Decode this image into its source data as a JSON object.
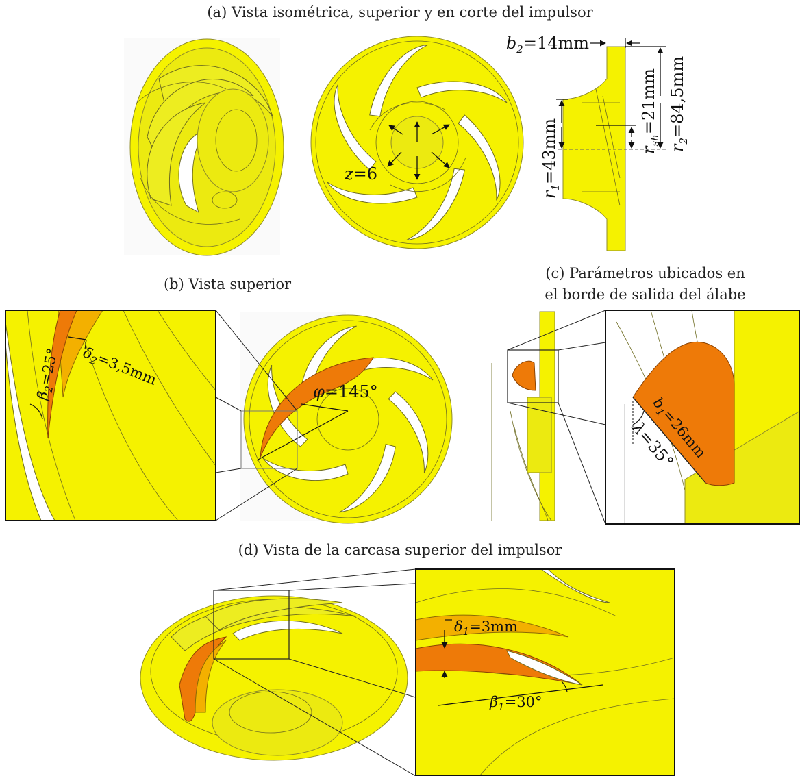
{
  "captions": {
    "a": "(a) Vista isométrica, superior y en corte del impulsor",
    "b": "(b) Vista superior",
    "c_line1": "(c) Parámetros ubicados en",
    "c_line2": "el borde de salida del álabe",
    "d": "(d) Vista de la carcasa superior del impulsor"
  },
  "labels": {
    "b2": {
      "sym": "b",
      "sub": "2",
      "val": "=14mm"
    },
    "rsh": {
      "sym": "r",
      "sub": "sh",
      "val": "=21mm"
    },
    "r2": {
      "sym": "r",
      "sub": "2",
      "val": "=84,5mm"
    },
    "r1": {
      "sym": "r",
      "sub": "1",
      "val": "=43mm"
    },
    "z": {
      "sym": "z",
      "val": "=6"
    },
    "beta2": {
      "sym": "β",
      "sub": "2",
      "val": "=25°"
    },
    "delta2": {
      "sym": "δ",
      "sub": "2",
      "val": "=3,5mm"
    },
    "phi": {
      "sym": "φ",
      "val": "=145°"
    },
    "b1": {
      "sym": "b",
      "sub": "1",
      "val": "=26mm"
    },
    "lambda": {
      "sym": "λ",
      "val": "=35°"
    },
    "delta1": {
      "sym": "δ",
      "sub": "1",
      "val": "=3mm"
    },
    "beta1": {
      "sym": "β",
      "sub": "1",
      "val": "=30°"
    }
  },
  "colors": {
    "impeller": "#f5f200",
    "blade_highlight": "#ee7a08",
    "blade_shadow": "#f3b000"
  }
}
